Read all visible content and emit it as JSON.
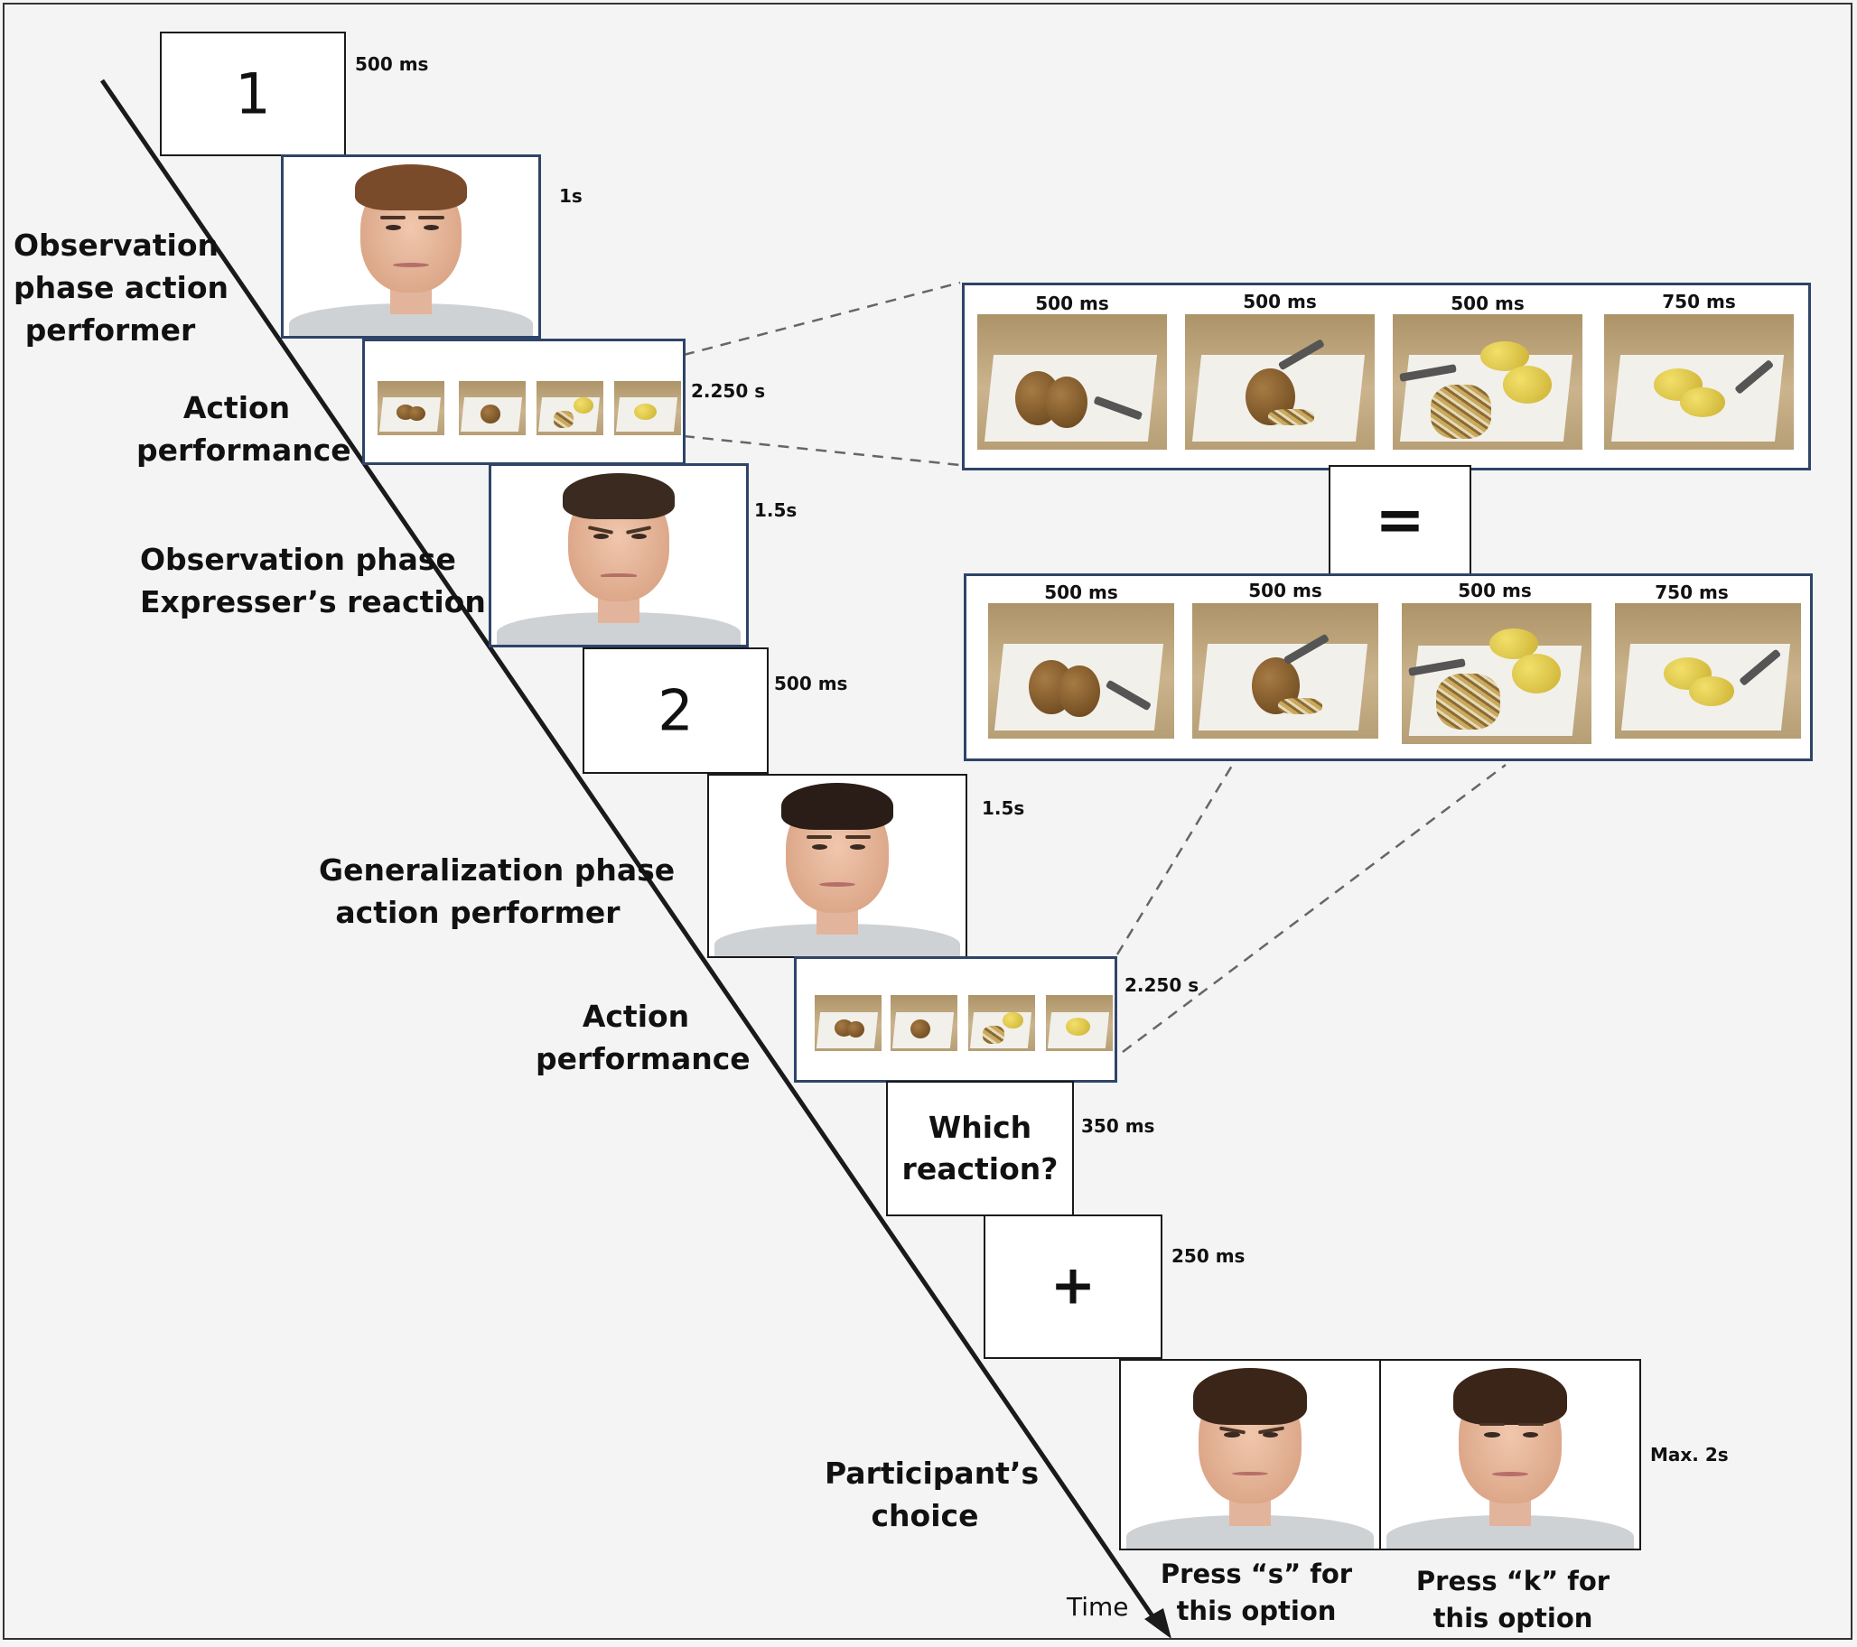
{
  "frames": {
    "cue_1": {
      "numeral": "1",
      "duration": "500 ms"
    },
    "face_performer_obs": {
      "duration": "1s"
    },
    "action_obs": {
      "duration": "2.250 s"
    },
    "face_expresser": {
      "duration": "1.5s"
    },
    "cue_2": {
      "numeral": "2",
      "duration": "500 ms"
    },
    "face_performer_gen": {
      "duration": "1.5s"
    },
    "action_gen": {
      "duration": "2.250 s"
    },
    "question": {
      "line1": "Which",
      "line2": "reaction?",
      "duration": "350 ms"
    },
    "fixation": {
      "symbol": "+",
      "duration": "250 ms"
    },
    "choice": {
      "duration": "Max. 2s",
      "option_s_line1": "Press “s” for",
      "option_s_line2": "this option",
      "option_k_line1": "Press “k” for",
      "option_k_line2": "this option"
    }
  },
  "phase_labels": {
    "obs_performer": [
      "Observation",
      "phase action",
      "performer"
    ],
    "action_perf_1": [
      "Action",
      "performance"
    ],
    "obs_expresser": [
      "Observation phase",
      "Expresser’s reaction"
    ],
    "gen_performer": [
      "Generalization phase",
      "action performer"
    ],
    "action_perf_2": [
      "Action",
      "performance"
    ],
    "participant_choice": [
      "Participant’s",
      "choice"
    ]
  },
  "zoom_sequences": {
    "top": [
      "500 ms",
      "500 ms",
      "500 ms",
      "750 ms"
    ],
    "bottom": [
      "500 ms",
      "500 ms",
      "500 ms",
      "750 ms"
    ],
    "equals": "="
  },
  "axis": {
    "label": "Time"
  },
  "colors": {
    "frame_border": "#1a1a1a",
    "zoom_border": "#2f4468",
    "background": "#f4f4f4",
    "timeline": "#1a1a1a"
  }
}
